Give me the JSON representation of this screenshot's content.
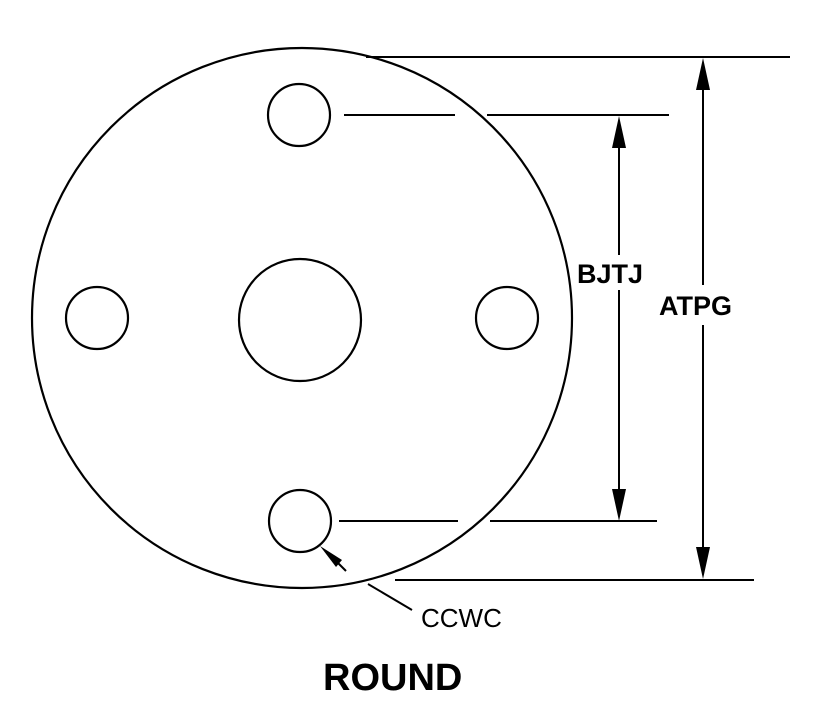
{
  "labels": {
    "inner_dimension": "BJTJ",
    "outer_dimension": "ATPG",
    "hole_callout": "CCWC",
    "shape_title": "ROUND"
  },
  "colors": {
    "line": "#000000",
    "background": "#ffffff"
  }
}
